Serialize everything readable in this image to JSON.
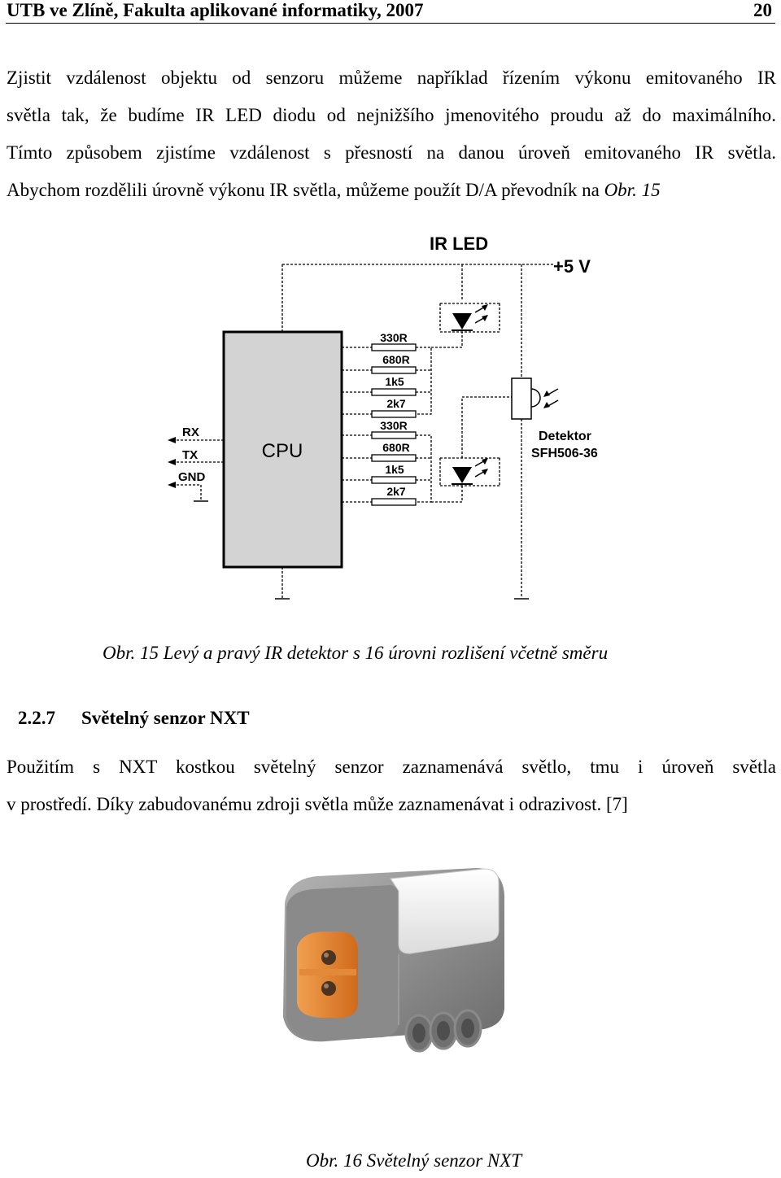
{
  "header": {
    "left": "UTB ve Zlíně, Fakulta aplikované informatiky, 2007",
    "page_number": "20"
  },
  "paragraph1": {
    "lines": [
      "Zjistit vzdálenost objektu od senzoru můžeme například řízením výkonu emitovaného IR",
      "světla tak, že budíme IR LED diodu od nejnižšího jmenovitého proudu až do maximálního.",
      "Tímto způsobem zjistíme vzdálenost s přesností na danou úroveň emitovaného IR světla.",
      "Abychom rozdělili úrovně výkonu IR světla, můžeme použít D/A převodník na"
    ],
    "ref": "Obr. 15"
  },
  "figure15": {
    "ir_led_label": "IR LED",
    "supply_label": "+5 V",
    "cpu_label": "CPU",
    "pins": [
      "RX",
      "TX",
      "GND"
    ],
    "resistors": [
      "330R",
      "680R",
      "1k5",
      "2k7",
      "330R",
      "680R",
      "1k5",
      "2k7"
    ],
    "detector_label": "Detektor",
    "detector_part": "SFH506-36",
    "caption": "Obr. 15  Levý a pravý IR detektor s 16 úrovni rozlišení včetně směru"
  },
  "section": {
    "number": "2.2.7",
    "title": "Světelný senzor NXT"
  },
  "paragraph2": {
    "line1": "Použitím s NXT kostkou světelný senzor zaznamenává světlo, tmu i úroveň světla",
    "line2": "v prostředí. Díky zabudovanému zdroji světla může zaznamenávat i odrazivost. [7]"
  },
  "figure16": {
    "caption": "Obr. 16 Světelný senzor NXT"
  }
}
